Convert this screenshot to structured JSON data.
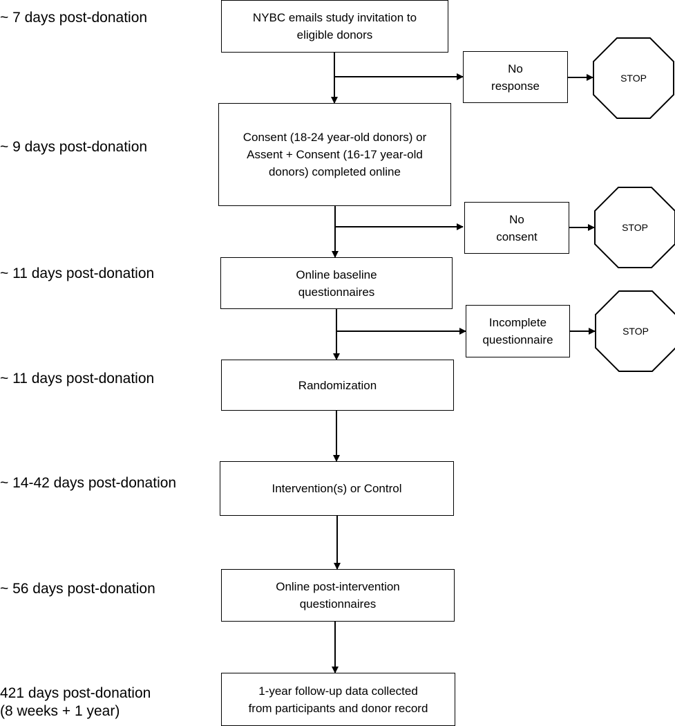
{
  "timeline": [
    "~ 7 days post-donation",
    "~ 9 days post-donation",
    "~ 11 days post-donation",
    "~ 11 days post-donation",
    "~ 14-42 days post-donation",
    "~ 56 days post-donation",
    "421 days post-donation\n(8 weeks + 1 year)"
  ],
  "steps": [
    "NYBC emails study invitation to\neligible donors",
    "Consent (18-24 year-old donors) or\nAssent + Consent (16-17 year-old\ndonors) completed online",
    "Online baseline\nquestionnaires",
    "Randomization",
    "Intervention(s) or Control",
    "Online post-intervention\nquestionnaires",
    "1-year follow-up data collected\nfrom participants and donor record"
  ],
  "exclusions": [
    "No\nresponse",
    "No\nconsent",
    "Incomplete\nquestionnaire"
  ],
  "stop_label": "STOP"
}
